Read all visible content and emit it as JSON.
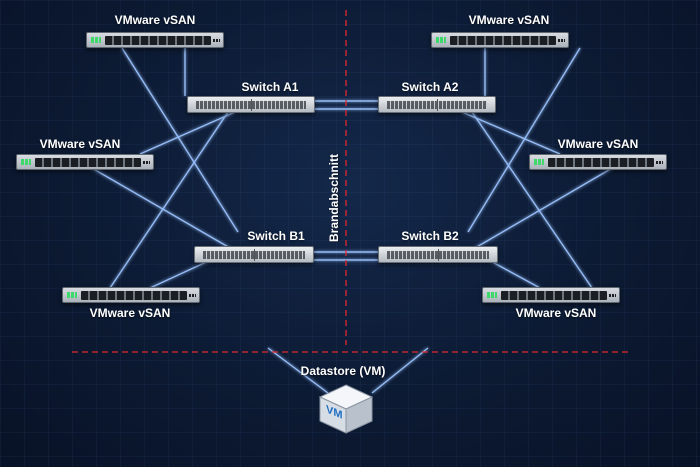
{
  "servers": {
    "top_left": "VMware vSAN",
    "top_right": "VMware vSAN",
    "mid_left": "VMware vSAN",
    "mid_right": "VMware vSAN",
    "bottom_left": "VMware vSAN",
    "bottom_right": "VMware vSAN"
  },
  "switches": {
    "a1": "Switch A1",
    "a2": "Switch A2",
    "b1": "Switch B1",
    "b2": "Switch B2"
  },
  "firewall_label": "Brandabschnitt",
  "datastore": {
    "label": "Datastore (VM)",
    "icon_text": "VM"
  },
  "colors": {
    "link": "#7fb2ff",
    "divider": "#e0282e",
    "background": "#0c1a33"
  }
}
